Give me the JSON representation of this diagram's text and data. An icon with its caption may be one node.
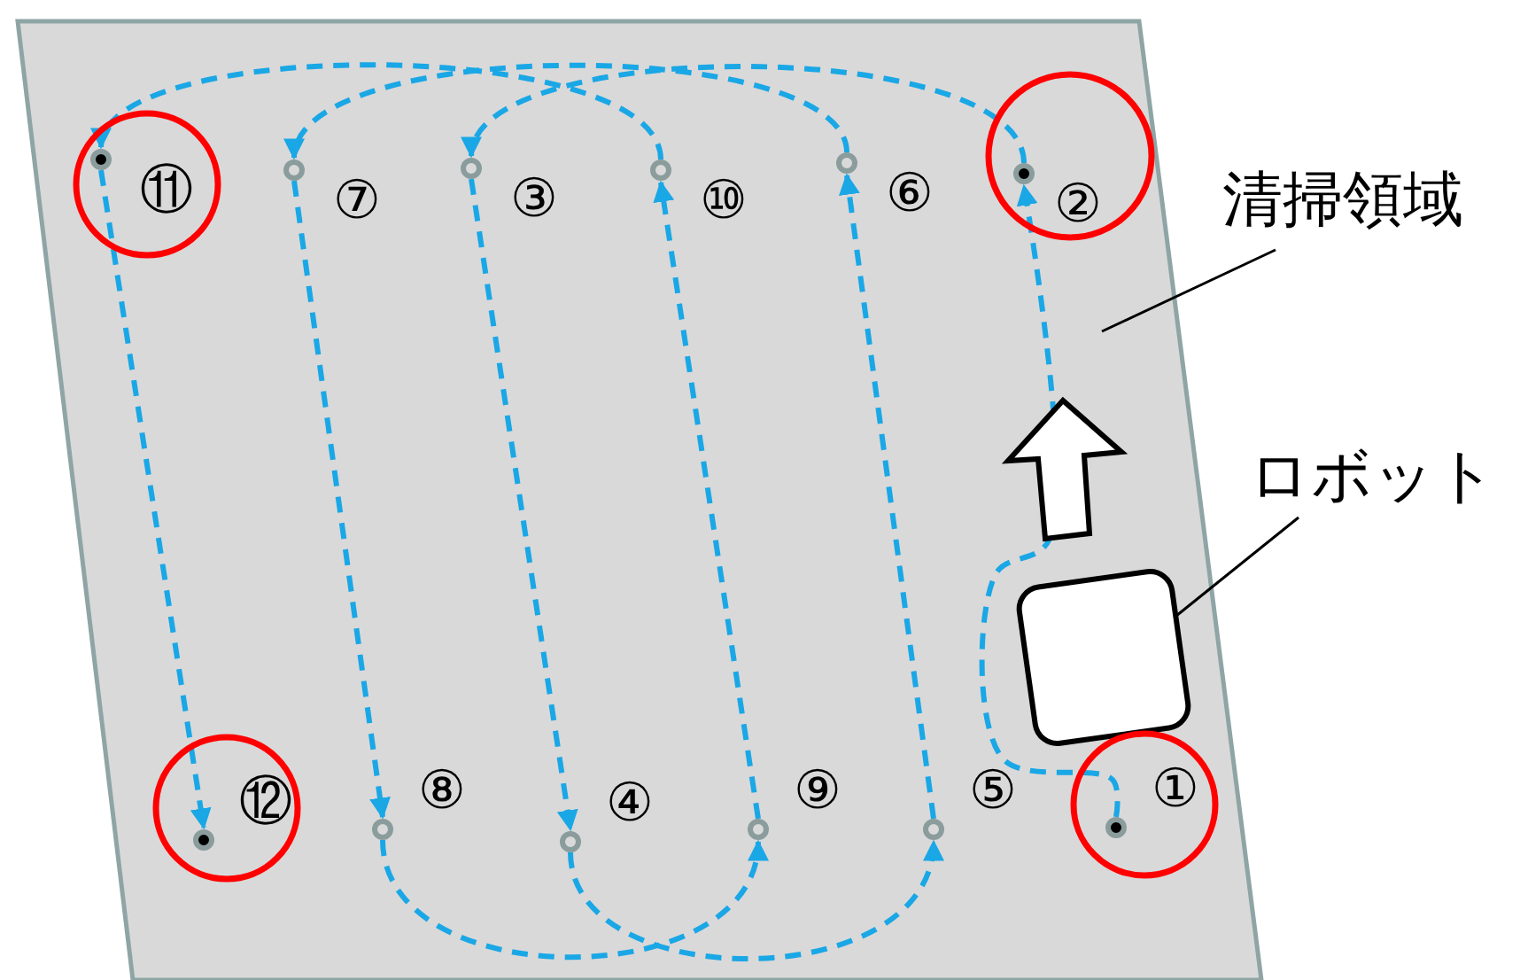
{
  "diagram": {
    "nodes": [
      {
        "text": [],
        "shape": "box"
      },
      {
        "text": [
          "清掃領域"
        ]
      },
      {
        "text": [],
        "shape": "box",
        "in": 0
      },
      {
        "text": [
          "ロボット"
        ]
      },
      {
        "text": [],
        "shape": "circle",
        "beside": [
          "①"
        ],
        "in": 0
      },
      {
        "text": [],
        "shape": "circle",
        "beside": [
          "②"
        ],
        "in": 0
      },
      {
        "text": [],
        "shape": "circle",
        "beside": [
          "③"
        ],
        "in": 0
      },
      {
        "text": [],
        "shape": "circle",
        "beside": [
          "④"
        ],
        "in": 0
      },
      {
        "text": [],
        "shape": "circle",
        "beside": [
          "⑤"
        ],
        "in": 0
      },
      {
        "text": [],
        "shape": "circle",
        "beside": [
          "⑥"
        ],
        "in": 0
      },
      {
        "text": [],
        "shape": "circle",
        "beside": [
          "⑦"
        ],
        "in": 0
      },
      {
        "text": [],
        "shape": "circle",
        "beside": [
          "⑧"
        ],
        "in": 0
      },
      {
        "text": [],
        "shape": "circle",
        "beside": [
          "⑨"
        ],
        "in": 0
      },
      {
        "text": [],
        "shape": "circle",
        "beside": [
          "⑩"
        ],
        "in": 0
      },
      {
        "text": [],
        "shape": "circle",
        "beside": [
          "⑪"
        ],
        "in": 0
      },
      {
        "text": [],
        "shape": "circle",
        "beside": [
          "⑫"
        ],
        "in": 0
      }
    ],
    "edges": [
      {
        "from": 1,
        "to": 0,
        "arrow": "none",
        "color": "#000000"
      },
      {
        "from": 3,
        "to": 2,
        "arrow": "none",
        "color": "#000000"
      },
      {
        "from": 4,
        "to": 5,
        "arrow": "to",
        "style": "dashed"
      },
      {
        "from": 5,
        "to": 6,
        "arrow": "to",
        "style": "dashed"
      },
      {
        "from": 6,
        "to": 7,
        "arrow": "to",
        "style": "dashed"
      },
      {
        "from": 7,
        "to": 8,
        "arrow": "to",
        "style": "dashed"
      },
      {
        "from": 8,
        "to": 9,
        "arrow": "to",
        "style": "dashed"
      },
      {
        "from": 9,
        "to": 10,
        "arrow": "to",
        "style": "dashed"
      },
      {
        "from": 10,
        "to": 11,
        "arrow": "to",
        "style": "dashed"
      },
      {
        "from": 11,
        "to": 12,
        "arrow": "to",
        "style": "dashed"
      },
      {
        "from": 12,
        "to": 13,
        "arrow": "to",
        "style": "dashed"
      },
      {
        "from": 13,
        "to": 14,
        "arrow": "to",
        "style": "dashed"
      },
      {
        "from": 14,
        "to": 15,
        "arrow": "to",
        "style": "dashed"
      }
    ]
  }
}
